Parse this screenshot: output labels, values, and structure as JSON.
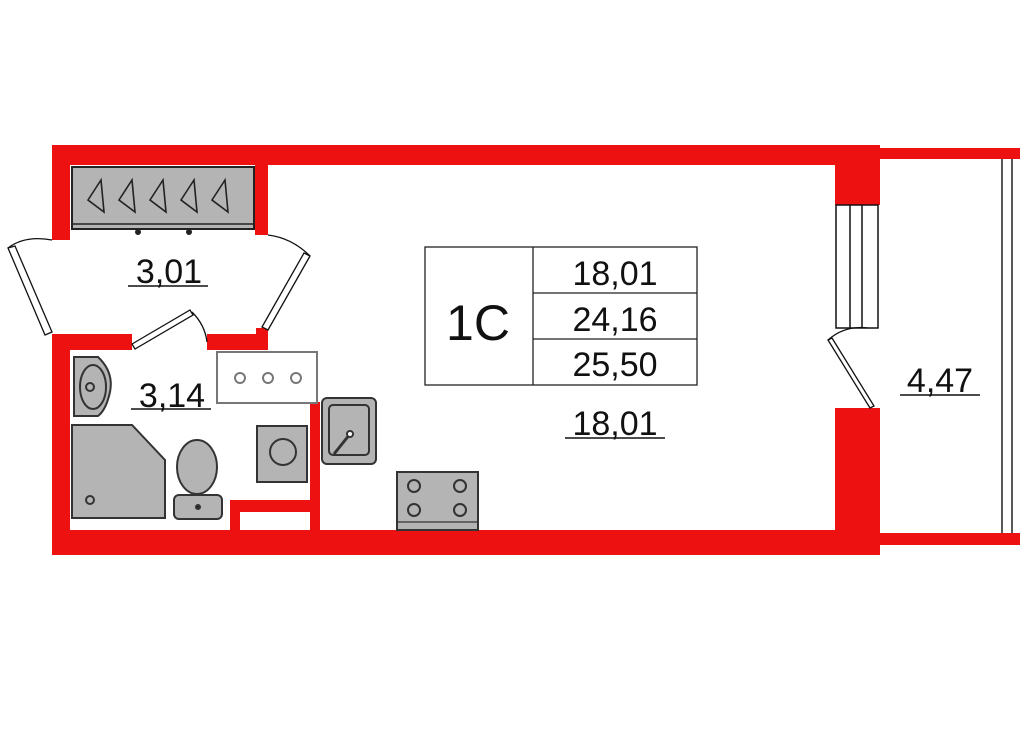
{
  "plan": {
    "apartment_type": "1С",
    "area_summary": [
      "18,01",
      "24,16",
      "25,50"
    ],
    "rooms": {
      "living_room_area": "18,01",
      "hallway_area": "3,01",
      "bathroom_area": "3,14",
      "balcony_area": "4,47"
    },
    "colors": {
      "wall": "#ee1111",
      "fixture": "#b4b4b4",
      "outline": "#333333"
    }
  }
}
